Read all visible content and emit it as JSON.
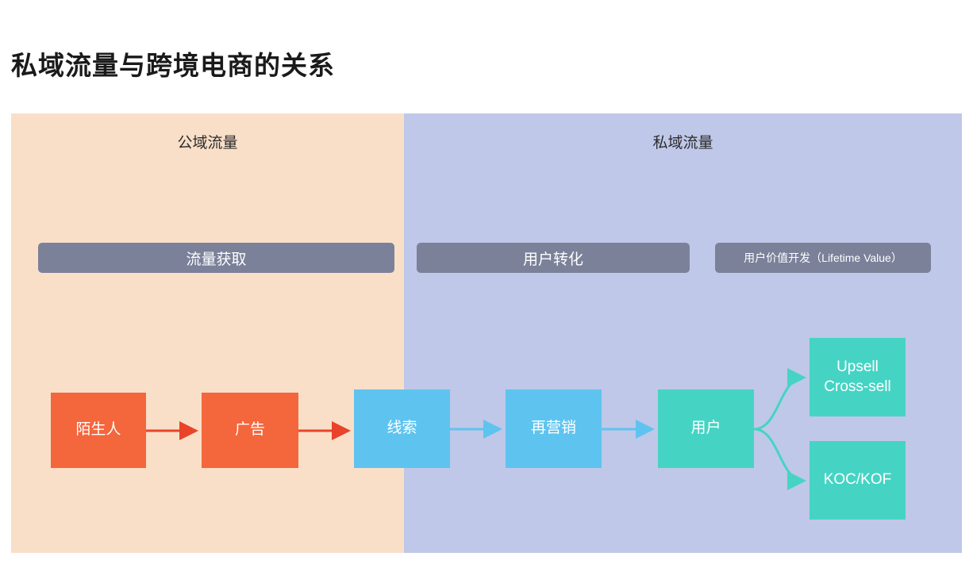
{
  "page": {
    "title": "私域流量与跨境电商的关系"
  },
  "diagram": {
    "zones": [
      {
        "name": "public",
        "label": "公域流量",
        "color": "#fadfc8"
      },
      {
        "name": "private",
        "label": "私域流量",
        "color": "#bfc8e8"
      }
    ],
    "bands": [
      {
        "name": "acquire",
        "label": "流量获取",
        "color": "#7b8199"
      },
      {
        "name": "convert",
        "label": "用户转化",
        "color": "#7b8199"
      },
      {
        "name": "ltv",
        "label": "用户价值开发（Lifetime Value）",
        "color": "#7b8199"
      }
    ],
    "nodes": [
      {
        "name": "stranger",
        "label": "陌生人",
        "color": "#f4663c"
      },
      {
        "name": "ad",
        "label": "广告",
        "color": "#f4663c"
      },
      {
        "name": "lead",
        "label": "线索",
        "color": "#5ec4ef"
      },
      {
        "name": "remarket",
        "label": "再营销",
        "color": "#5ec4ef"
      },
      {
        "name": "user",
        "label": "用户",
        "color": "#45d4c4"
      },
      {
        "name": "upsell",
        "label": "Upsell\nCross-sell",
        "line1": "Upsell",
        "line2": "Cross-sell",
        "color": "#45d4c4"
      },
      {
        "name": "koc",
        "label": "KOC/KOF",
        "color": "#45d4c4"
      }
    ],
    "arrows": [
      {
        "name": "stranger-to-ad",
        "color": "#e8442a"
      },
      {
        "name": "ad-to-lead",
        "color": "#e8442a"
      },
      {
        "name": "lead-to-remarket",
        "color": "#5ec4ef"
      },
      {
        "name": "remarket-to-user",
        "color": "#5ec4ef"
      },
      {
        "name": "user-to-upsell",
        "color": "#45d4c4"
      },
      {
        "name": "user-to-koc",
        "color": "#45d4c4"
      }
    ]
  }
}
